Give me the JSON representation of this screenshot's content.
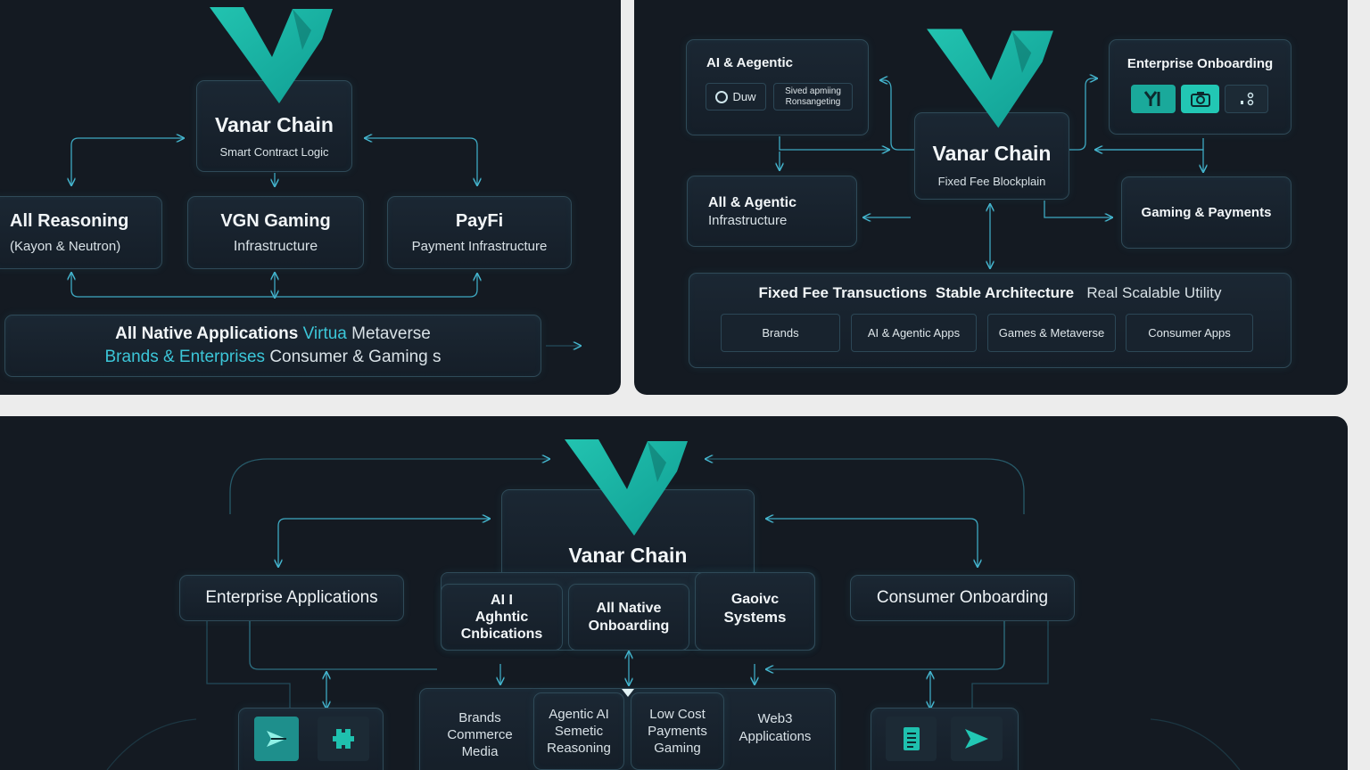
{
  "colors": {
    "panel": "#141a22",
    "accent": "#1fb8a6",
    "wire": "#3ea9c2",
    "text": "#e8eef2",
    "highlight": "#3cc6d8"
  },
  "panel1": {
    "logo_icon": "vanar-v-logo",
    "center": {
      "title": "Vanar Chain",
      "subtitle": "Smart Contract Logic"
    },
    "left": {
      "title": "All Reasoning",
      "subtitle": "(Kayon & Neutron)"
    },
    "middle": {
      "title": "VGN Gaming",
      "subtitle": "Infrastructure"
    },
    "right": {
      "title": "PayFi",
      "subtitle": "Payment Infrastructure"
    },
    "bottom": {
      "line1_a": "All Native Applications",
      "line1_b": "Virtua",
      "line1_c": "Metaverse",
      "line2_a": "Brands & Enterprises",
      "line2_b": "Consumer & Gaming s"
    }
  },
  "panel2": {
    "logo_icon": "vanar-v-logo",
    "center": {
      "title": "Vanar Chain",
      "subtitle": "Fixed Fee Blockplain"
    },
    "ai_box": {
      "title": "AI & Aegentic",
      "chip1": "Duw",
      "chip2_l1": "Sived apmiing",
      "chip2_l2": "Ronsangeting"
    },
    "enterprise": {
      "title": "Enterprise Onboarding",
      "icons": [
        "branch-icon",
        "camera-icon",
        "grid-dots-icon"
      ]
    },
    "infra": {
      "line1": "All & Agentic",
      "line2": "Infrastructure"
    },
    "gaming": {
      "title": "Gaming & Payments"
    },
    "bottom": {
      "h1": "Fixed Fee Transuctions",
      "h2": "Stable Architecture",
      "h3": "Real Scalable Utility",
      "chips": [
        "Brands",
        "AI & Agentic Apps",
        "Games & Metaverse",
        "Consumer Apps"
      ]
    }
  },
  "panel3": {
    "logo_icon": "vanar-v-logo",
    "center": {
      "title": "Vanar Chain"
    },
    "left": {
      "title": "Enterprise Applications"
    },
    "right": {
      "title": "Consumer Onboarding"
    },
    "sub1": {
      "l1": "AI I",
      "l2": "Aghntic",
      "l3": "Cnbications"
    },
    "sub2": {
      "l1": "All Native",
      "l2": "Onboarding"
    },
    "sub3": {
      "l1": "Gaoivc",
      "l2": "Systems"
    },
    "bottom": [
      {
        "l1": "Brands",
        "l2": "Commerce",
        "l3": "Media"
      },
      {
        "l1": "Agentic AI",
        "l2": "Semetic",
        "l3": "Reasoning"
      },
      {
        "l1": "Low Cost",
        "l2": "Payments",
        "l3": "Gaming"
      },
      {
        "l1": "Web3",
        "l2": "Applications",
        "l3": ""
      }
    ],
    "left_icons": [
      "arrow-plane-icon",
      "puzzle-icon"
    ],
    "right_icons": [
      "document-icon",
      "play-arrow-icon"
    ]
  }
}
